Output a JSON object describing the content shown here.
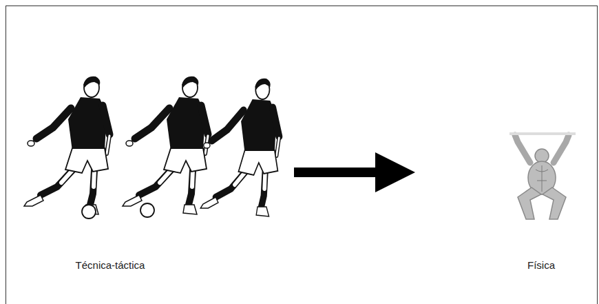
{
  "diagram": {
    "nodes": [
      {
        "text": [
          "Técnica-táctica"
        ]
      },
      {
        "text": [
          "Física"
        ]
      }
    ],
    "edges": [
      {
        "from": 0,
        "to": 1,
        "arrow": "to"
      }
    ]
  }
}
